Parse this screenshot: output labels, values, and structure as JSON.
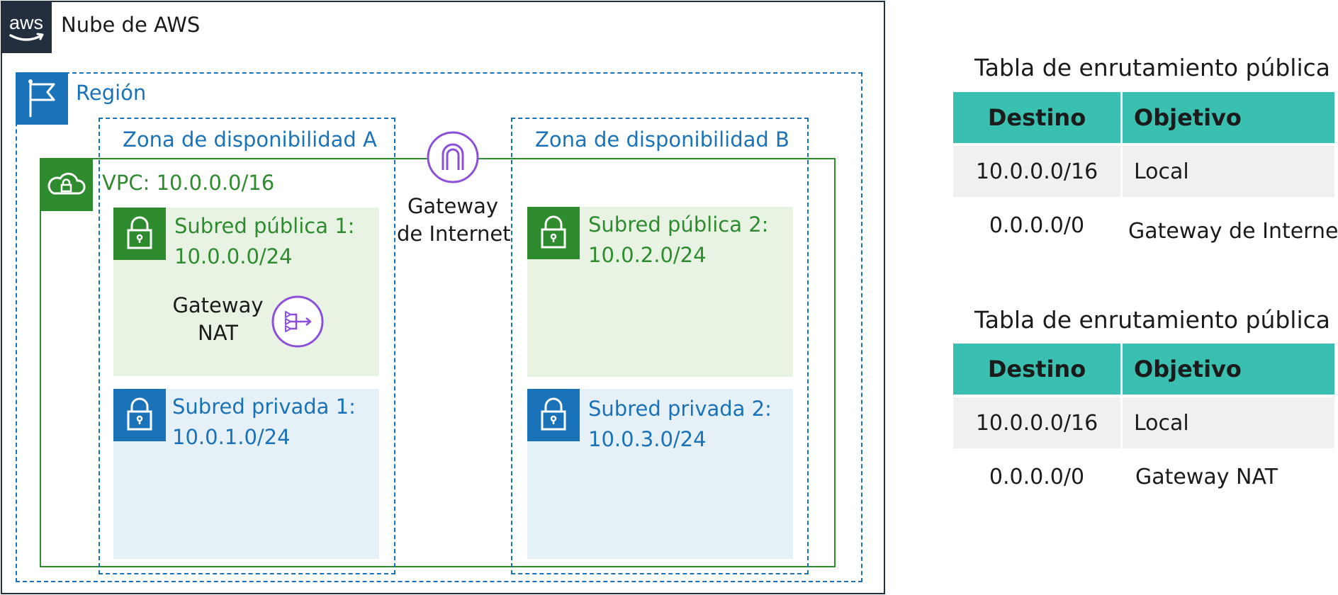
{
  "cloud": {
    "title": "Nube de AWS",
    "logo_text": "aws",
    "logo_icon": "aws-logo-icon"
  },
  "region": {
    "title": "Región",
    "icon": "flag-icon"
  },
  "zones": [
    {
      "title": "Zona de disponibilidad A"
    },
    {
      "title": "Zona de disponibilidad B"
    }
  ],
  "vpc": {
    "title": "VPC: 10.0.0.0/16",
    "icon": "cloud-lock-icon"
  },
  "subnets": {
    "public_1": {
      "line1": "Subred pública 1:",
      "line2": "10.0.0.0/24",
      "icon": "lock-icon"
    },
    "public_2": {
      "line1": "Subred pública 2:",
      "line2": "10.0.2.0/24",
      "icon": "lock-icon"
    },
    "private_1": {
      "line1": "Subred privada 1:",
      "line2": "10.0.1.0/24",
      "icon": "lock-icon"
    },
    "private_2": {
      "line1": "Subred privada 2:",
      "line2": "10.0.3.0/24",
      "icon": "lock-icon"
    }
  },
  "nat_gateway": {
    "line1": "Gateway",
    "line2": "NAT",
    "icon": "nat-gateway-icon"
  },
  "internet_gateway": {
    "line1": "Gateway",
    "line2": "de Internet",
    "icon": "internet-gateway-icon"
  },
  "route_tables": [
    {
      "title": "Tabla de enrutamiento pública",
      "headers": [
        "Destino",
        "Objetivo"
      ],
      "rows": [
        [
          "10.0.0.0/16",
          "Local"
        ],
        [
          "0.0.0.0/0",
          "Gateway de Internet"
        ]
      ]
    },
    {
      "title": "Tabla de enrutamiento pública",
      "headers": [
        "Destino",
        "Objetivo"
      ],
      "rows": [
        [
          "10.0.0.0/16",
          "Local"
        ],
        [
          "0.0.0.0/0",
          "Gateway NAT"
        ]
      ]
    }
  ],
  "colors": {
    "cloud_border": "#232f3e",
    "region_blue": "#1a73b8",
    "vpc_green": "#2e8b2e",
    "public_subnet_bg": "#e9f3e4",
    "private_subnet_bg": "#e6f0f7",
    "gateway_purple": "#8c4fd9",
    "table_header": "#3ac0b0",
    "table_shade": "#f0f0f0"
  }
}
